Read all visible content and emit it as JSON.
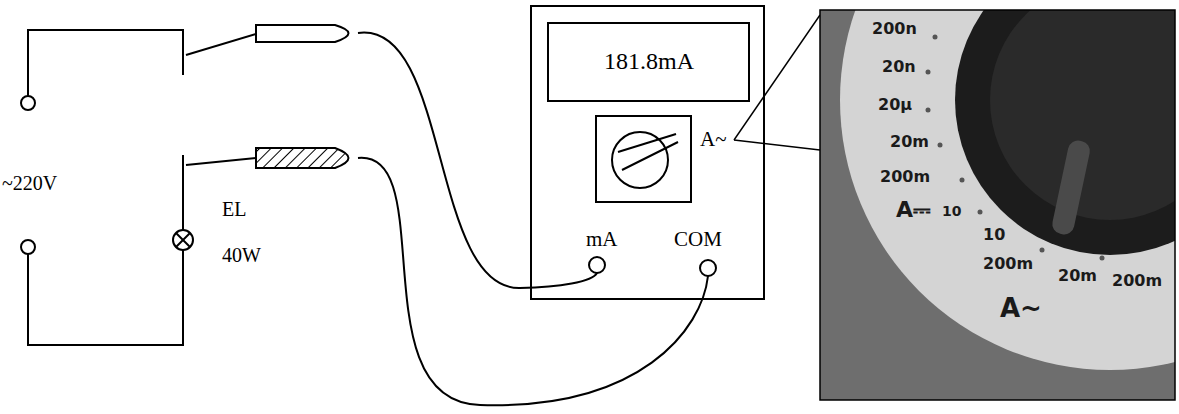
{
  "diagram": {
    "nodes": [
      {
        "text": [
          "mA",
          "COM"
        ]
      },
      {
        "text": [
          "181.8mA"
        ],
        "in": 0
      },
      {
        "text": [
          "A~"
        ],
        "in": 0
      }
    ],
    "labels": [
      "~220V",
      "EL",
      "40W",
      "200n",
      "20n",
      "20μ",
      "20m",
      "200m",
      "A⎓",
      "10",
      "10",
      "200m",
      "20m",
      "200m",
      "A~"
    ]
  }
}
